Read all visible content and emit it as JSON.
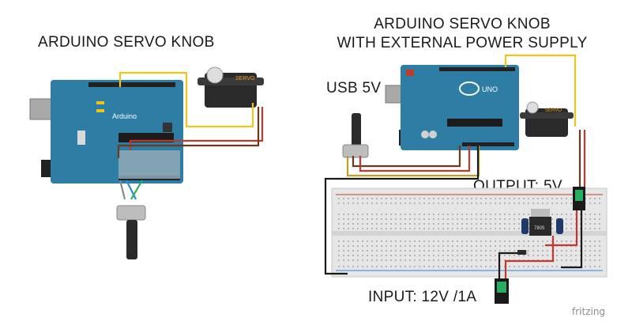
{
  "left_diagram": {
    "title": "ARDUINO SERVO KNOB",
    "board_label": "Arduino",
    "servo_label": "SERVO"
  },
  "right_diagram": {
    "title_line1": "ARDUINO SERVO KNOB",
    "title_line2": "WITH EXTERNAL POWER SUPPLY",
    "usb_label": "USB 5V",
    "output_label": "OUTPUT: 5V",
    "input_label": "INPUT: 12V /1A",
    "board_label": "UNO",
    "servo_label": "SERVO",
    "regulator_label": "7805"
  },
  "watermark": "fritzing",
  "colors": {
    "arduino_blue": "#2e7da5",
    "wire_yellow": "#f0c419",
    "wire_red": "#c0392b",
    "wire_brown": "#6b3a1e",
    "wire_black": "#1a1a1a",
    "breadboard": "#e6e6e6"
  }
}
